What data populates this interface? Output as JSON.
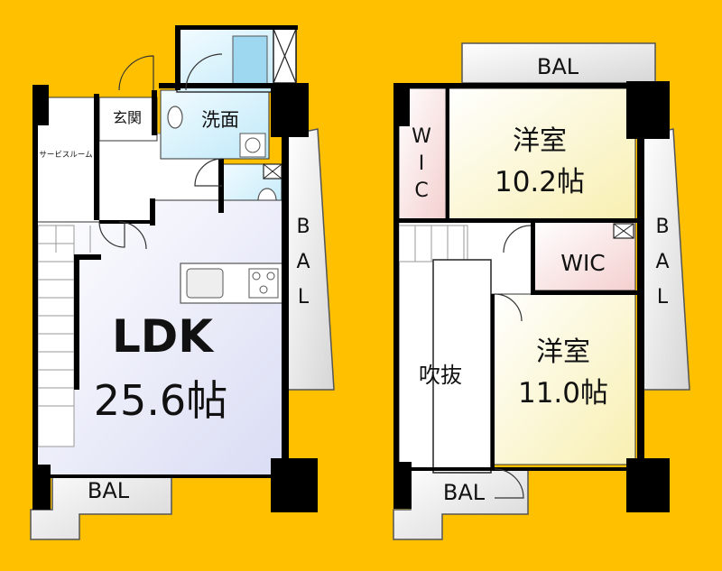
{
  "colors": {
    "background": "#FFC000",
    "wall": "#000000",
    "ldk_floor": "#E6E8F8",
    "bedroom_floor": "#FBF6CC",
    "wic_floor": "#F6DCDC",
    "wet_area": "#CFEFFB",
    "balcony": "#ECECEC",
    "corridor": "#FFFFFF"
  },
  "floor1": {
    "ldk_label": "LDK",
    "ldk_size": "25.6帖",
    "service_room": "サービスルーム",
    "entrance": "玄関",
    "washroom": "洗面",
    "bal_bottom": "BAL",
    "bal_right": [
      "B",
      "A",
      "L"
    ]
  },
  "floor2": {
    "room1_label": "洋室",
    "room1_size": "10.2帖",
    "room2_label": "洋室",
    "room2_size": "11.0帖",
    "wic_vertical": [
      "W",
      "I",
      "C"
    ],
    "wic_horizontal": "WIC",
    "void": "吹抜",
    "bal_top": "BAL",
    "bal_bottom": "BAL",
    "bal_right": [
      "B",
      "A",
      "L"
    ]
  }
}
